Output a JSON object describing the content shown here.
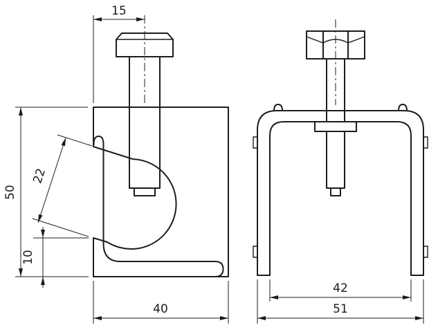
{
  "page": {
    "background_color": "#ffffff",
    "line_color": "#1c1c1c"
  },
  "drawing": {
    "kind": "technical-dimension-drawing",
    "part": "clamp with bolt, two orthographic views",
    "views": [
      {
        "id": "side-view",
        "dimension_labels": [
          "15",
          "50",
          "22",
          "10",
          "40"
        ]
      },
      {
        "id": "front-view",
        "dimension_labels": [
          "42",
          "51"
        ]
      }
    ],
    "dims": {
      "d15": "15",
      "d50": "50",
      "d22": "22",
      "d10": "10",
      "d40": "40",
      "d42": "42",
      "d51": "51"
    }
  }
}
